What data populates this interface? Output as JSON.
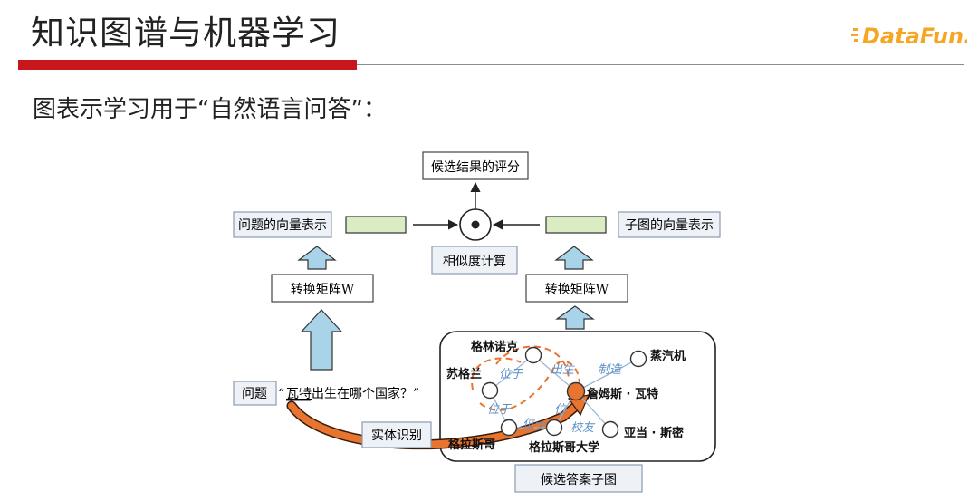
{
  "header": {
    "title": "知识图谱与机器学习",
    "logo_text": "DataFun."
  },
  "subtitle": "图表示学习用于“自然语言问答”：",
  "diagram": {
    "score_box": "候选结果的评分",
    "question_vec_label": "问题的向量表示",
    "subgraph_vec_label": "子图的向量表示",
    "dot_symbol": "⊙",
    "similarity_label": "相似度计算",
    "transform_left": "转换矩阵W",
    "transform_right": "转换矩阵W",
    "question_label": "问题",
    "question_prefix": "“",
    "question_entity": "瓦特",
    "question_rest": "出生在哪个国家？”",
    "entity_recognition": "实体识别",
    "candidate_subgraph": "候选答案子图",
    "nodes": {
      "gelinnuoke": "格林诺克",
      "sugelan": "苏格兰",
      "zhengqiji": "蒸汽机",
      "zhanmusi": "詹姆斯 · 瓦特",
      "yadang": "亚当 · 斯密",
      "gelasige": "格拉斯哥",
      "gelasige_univ": "格拉斯哥大学"
    },
    "edges": {
      "weiyu1": "位于",
      "chusheng": "出生",
      "zhizao": "制造",
      "weiyu2": "位于",
      "weiyu3": "位于",
      "xiaoyou": "校友",
      "wei_partial": "位"
    }
  },
  "colors": {
    "accent_red": "#c8161d",
    "arrow_blue": "#a9d3e8",
    "vector_green": "#d9ecc4",
    "label_box_bg": "#eef1f6",
    "highlight_orange": "#e8752f",
    "edge_label_blue": "#5b8fc8",
    "logo_orange": "#f5a623"
  }
}
